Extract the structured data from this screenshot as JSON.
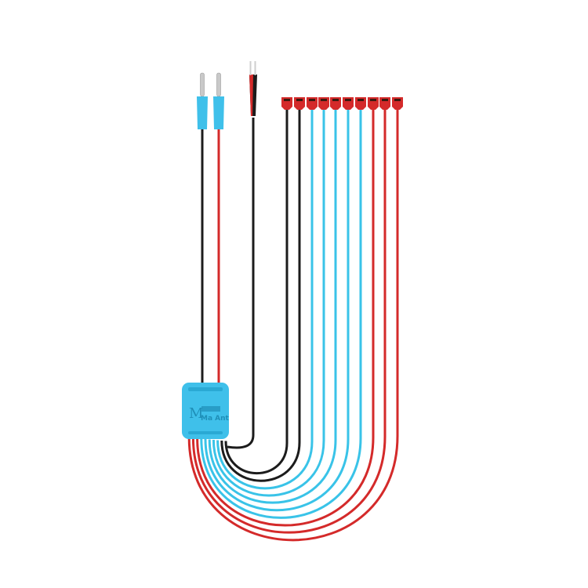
{
  "product": {
    "logo_text": "Ma Ant",
    "cable_colors": {
      "black": "#1c1c1c",
      "red": "#d42a2a",
      "cyan": "#39c3e8"
    },
    "box_color": "#3fc0ea",
    "connector_color": "#d42a2a",
    "clip_cables": [
      "black",
      "black",
      "cyan",
      "cyan",
      "cyan",
      "cyan",
      "cyan",
      "red",
      "red",
      "red"
    ],
    "banana_plugs": [
      "black",
      "red"
    ]
  }
}
